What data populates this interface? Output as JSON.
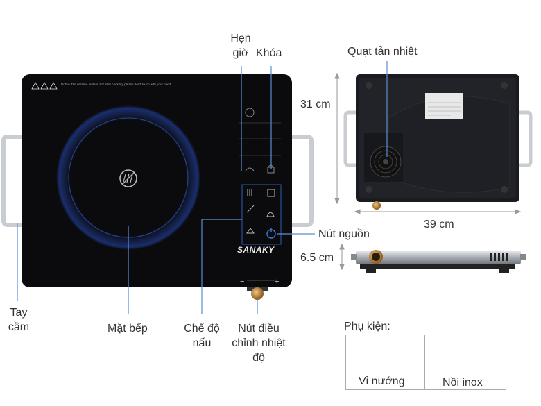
{
  "labels": {
    "hen_gio": [
      "Hẹn",
      "giờ"
    ],
    "khoa": "Khóa",
    "quat_tan_nhiet": "Quạt tản nhiệt",
    "height": "31 cm",
    "width": "39 cm",
    "thickness": "6.5 cm",
    "nut_nguon": "Nút nguồn",
    "tay_cam": [
      "Tay",
      "cầm"
    ],
    "mat_bep": "Mặt bếp",
    "che_do_nau": [
      "Chế độ",
      "nấu"
    ],
    "nut_dieu_chinh": [
      "Nút điều",
      "chỉnh nhiệt",
      "độ"
    ],
    "phu_kien": "Phụ kiện:",
    "vi_nuong": "Vỉ nướng",
    "noi_inox": "Nồi inox"
  },
  "product": {
    "brand": "SANAKY",
    "warning_text": "Notice The ceramic plate is hot after cooking, please don't touch with your hand.",
    "minus": "−",
    "plus": "+"
  },
  "colors": {
    "cooktop": "#0b0b0d",
    "ring": "#1d3f8e",
    "callout": "#5b8fd6",
    "handle": "#c9ccd1",
    "knob": "#c88a3a"
  }
}
